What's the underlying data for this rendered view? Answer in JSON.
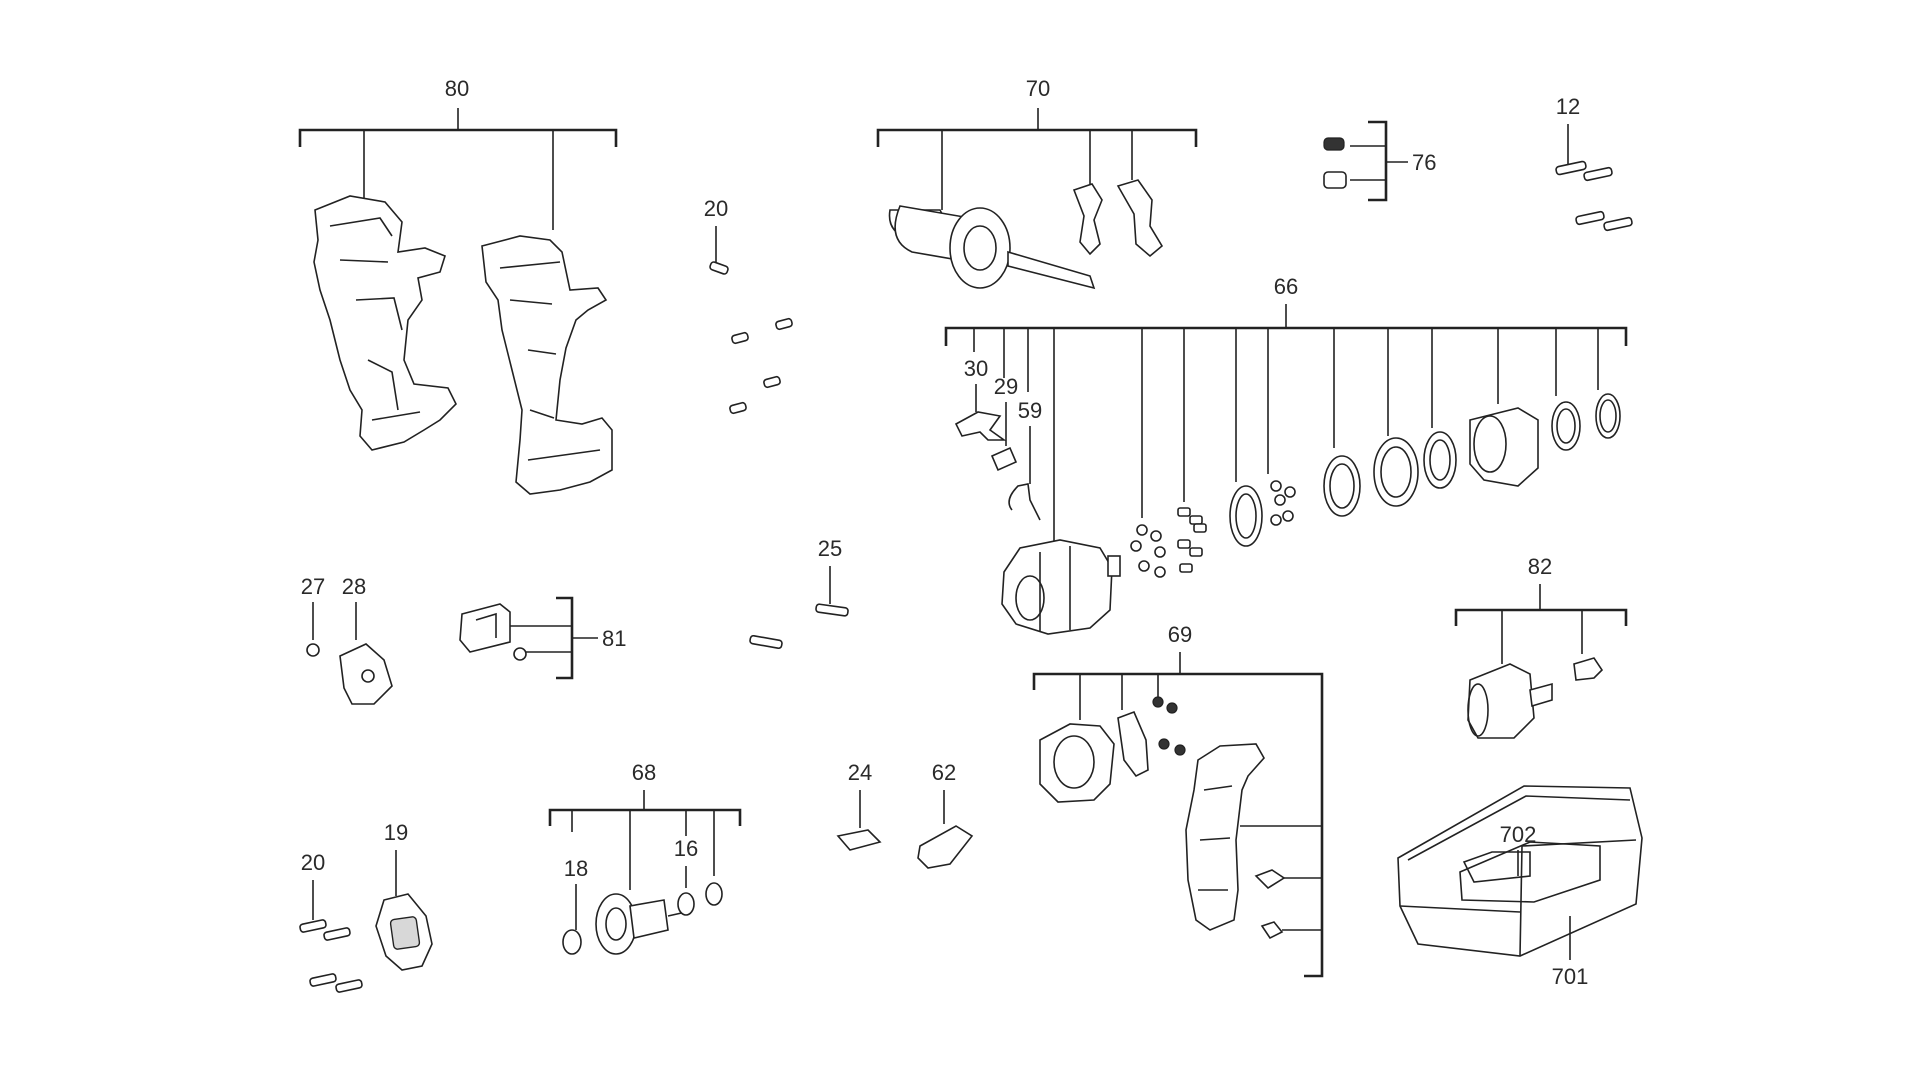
{
  "labels": {
    "l80": "80",
    "l70": "70",
    "l76": "76",
    "l12": "12",
    "l20a": "20",
    "l66": "66",
    "l30": "30",
    "l29": "29",
    "l59": "59",
    "l25": "25",
    "l27": "27",
    "l28": "28",
    "l81": "81",
    "l82": "82",
    "l69": "69",
    "l68": "68",
    "l24": "24",
    "l62": "62",
    "l18": "18",
    "l16": "16",
    "l20b": "20",
    "l19": "19",
    "l702": "702",
    "l701": "701"
  },
  "colors": {
    "line": "#222222",
    "text": "#2a2a2a",
    "background": "#ffffff"
  }
}
